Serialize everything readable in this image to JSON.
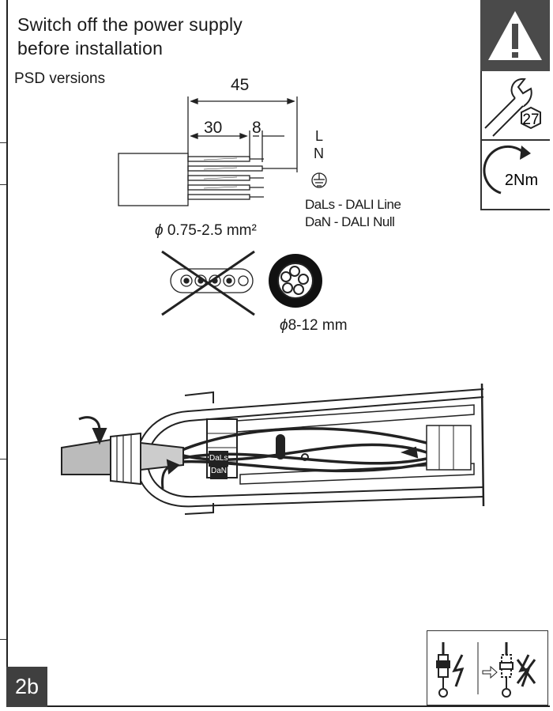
{
  "instruction": {
    "line1": "Switch off the power supply",
    "line2": "before installation",
    "version": "PSD versions"
  },
  "dimensions": {
    "total": "45",
    "sheath": "30",
    "strip": "8"
  },
  "wires": {
    "line": "L",
    "neutral": "N",
    "dals": "DaLs - DALI  Line",
    "dan": "DaN - DALI  Null"
  },
  "cable": {
    "cross_section": "0.75-2.5 mm²",
    "diameter": "8-12 mm",
    "diameter_symbol": "ϕ"
  },
  "terminal_labels": {
    "dals": "DaLs",
    "dan": "DaN"
  },
  "sidebar": {
    "wrench_size": "27",
    "torque": "2Nm"
  },
  "step_label": "2b",
  "icons": [
    "warning-icon",
    "wrench-icon",
    "torque-icon",
    "cross-icon",
    "voltage-test-icon"
  ]
}
